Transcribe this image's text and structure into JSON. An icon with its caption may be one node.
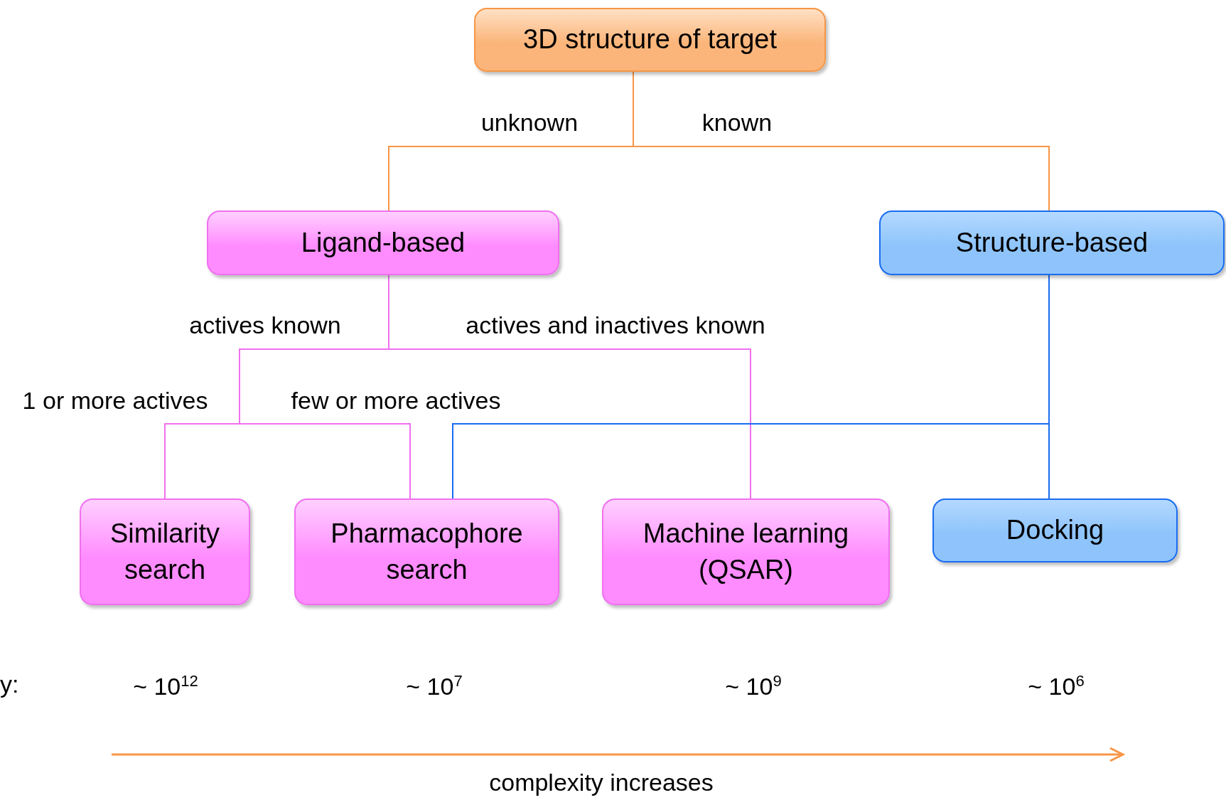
{
  "diagram": {
    "nodes": [
      {
        "text": [
          "3D structure of target"
        ]
      },
      {
        "text": [
          "Ligand-based"
        ]
      },
      {
        "text": [
          "Structure-based"
        ]
      },
      {
        "text": [
          "Similarity search"
        ]
      },
      {
        "text": [
          "Pharmacophore search"
        ]
      },
      {
        "text": [
          "Machine learning (QSAR)"
        ]
      },
      {
        "text": [
          "Docking"
        ]
      }
    ],
    "edges": [
      {
        "from": 0,
        "to": 1,
        "arrow": "none",
        "label": "unknown",
        "color": "#f79646"
      },
      {
        "from": 0,
        "to": 2,
        "arrow": "none",
        "label": "known",
        "color": "#f79646"
      },
      {
        "from": 1,
        "to": 3,
        "arrow": "none",
        "label": "1 or more actives"
      },
      {
        "from": 1,
        "to": 4,
        "arrow": "none",
        "label": "few or more actives"
      },
      {
        "from": 1,
        "to": 5,
        "arrow": "none",
        "label": "actives and inactives known"
      },
      {
        "from": 2,
        "to": 4,
        "arrow": "none",
        "color": "#1a6cf0"
      },
      {
        "from": 2,
        "to": 6,
        "arrow": "none",
        "color": "#1a6cf0"
      }
    ],
    "labels": [
      "actives known",
      "y:",
      "~ 10$^{12}$",
      "~ 10$^{7}$",
      "~ 10$^{9}$",
      "~ 10$^{6}$",
      "complexity increases"
    ]
  }
}
